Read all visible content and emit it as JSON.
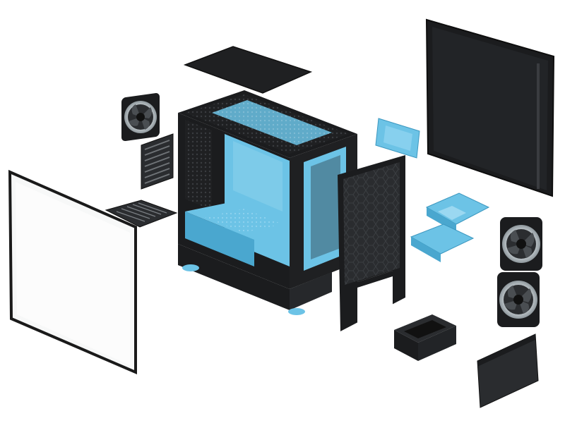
{
  "image": {
    "subject": "exploded-view-pc-case",
    "colors": {
      "background": "#ffffff",
      "panel_black": "#1b1c1e",
      "panel_dark": "#26282b",
      "accent_blue": "#6cc3e6",
      "accent_blue_dark": "#4aa7cf",
      "glass": "#f7f8f8",
      "fan_ring": "#bfc4c7"
    },
    "components": [
      "top-dust-filter",
      "rear-fan",
      "pci-slot-covers",
      "psu-dust-filter",
      "tempered-glass-side-panel",
      "case-chassis",
      "front-panel",
      "ssd-bracket",
      "drive-cage",
      "front-fan-upper",
      "front-fan-lower",
      "solid-side-panel",
      "psu-shroud-cover",
      "front-bottom-cover"
    ]
  }
}
